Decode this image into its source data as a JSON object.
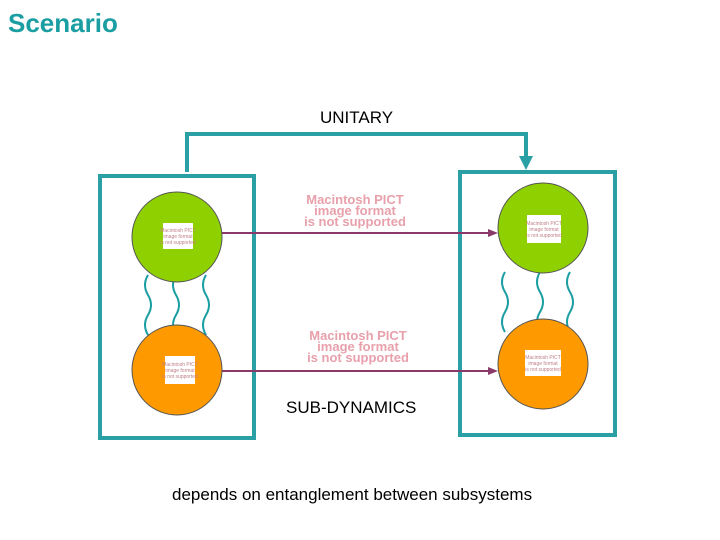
{
  "title": "Scenario",
  "labels": {
    "unitary": "UNITARY",
    "sub_dynamics": "SUB-DYNAMICS",
    "caption": "depends on entanglement between subsystems"
  },
  "placeholder": {
    "line1": "Macintosh PICT",
    "line2": "image format",
    "line3": "is not supported"
  },
  "colors": {
    "title": "#1a9ea2",
    "box_border": "#2aa0a5",
    "node_green": "#8fd100",
    "node_orange": "#ff9900",
    "interaction_line": "#8a3a6a",
    "placeholder_text": "#e8a0ab"
  }
}
